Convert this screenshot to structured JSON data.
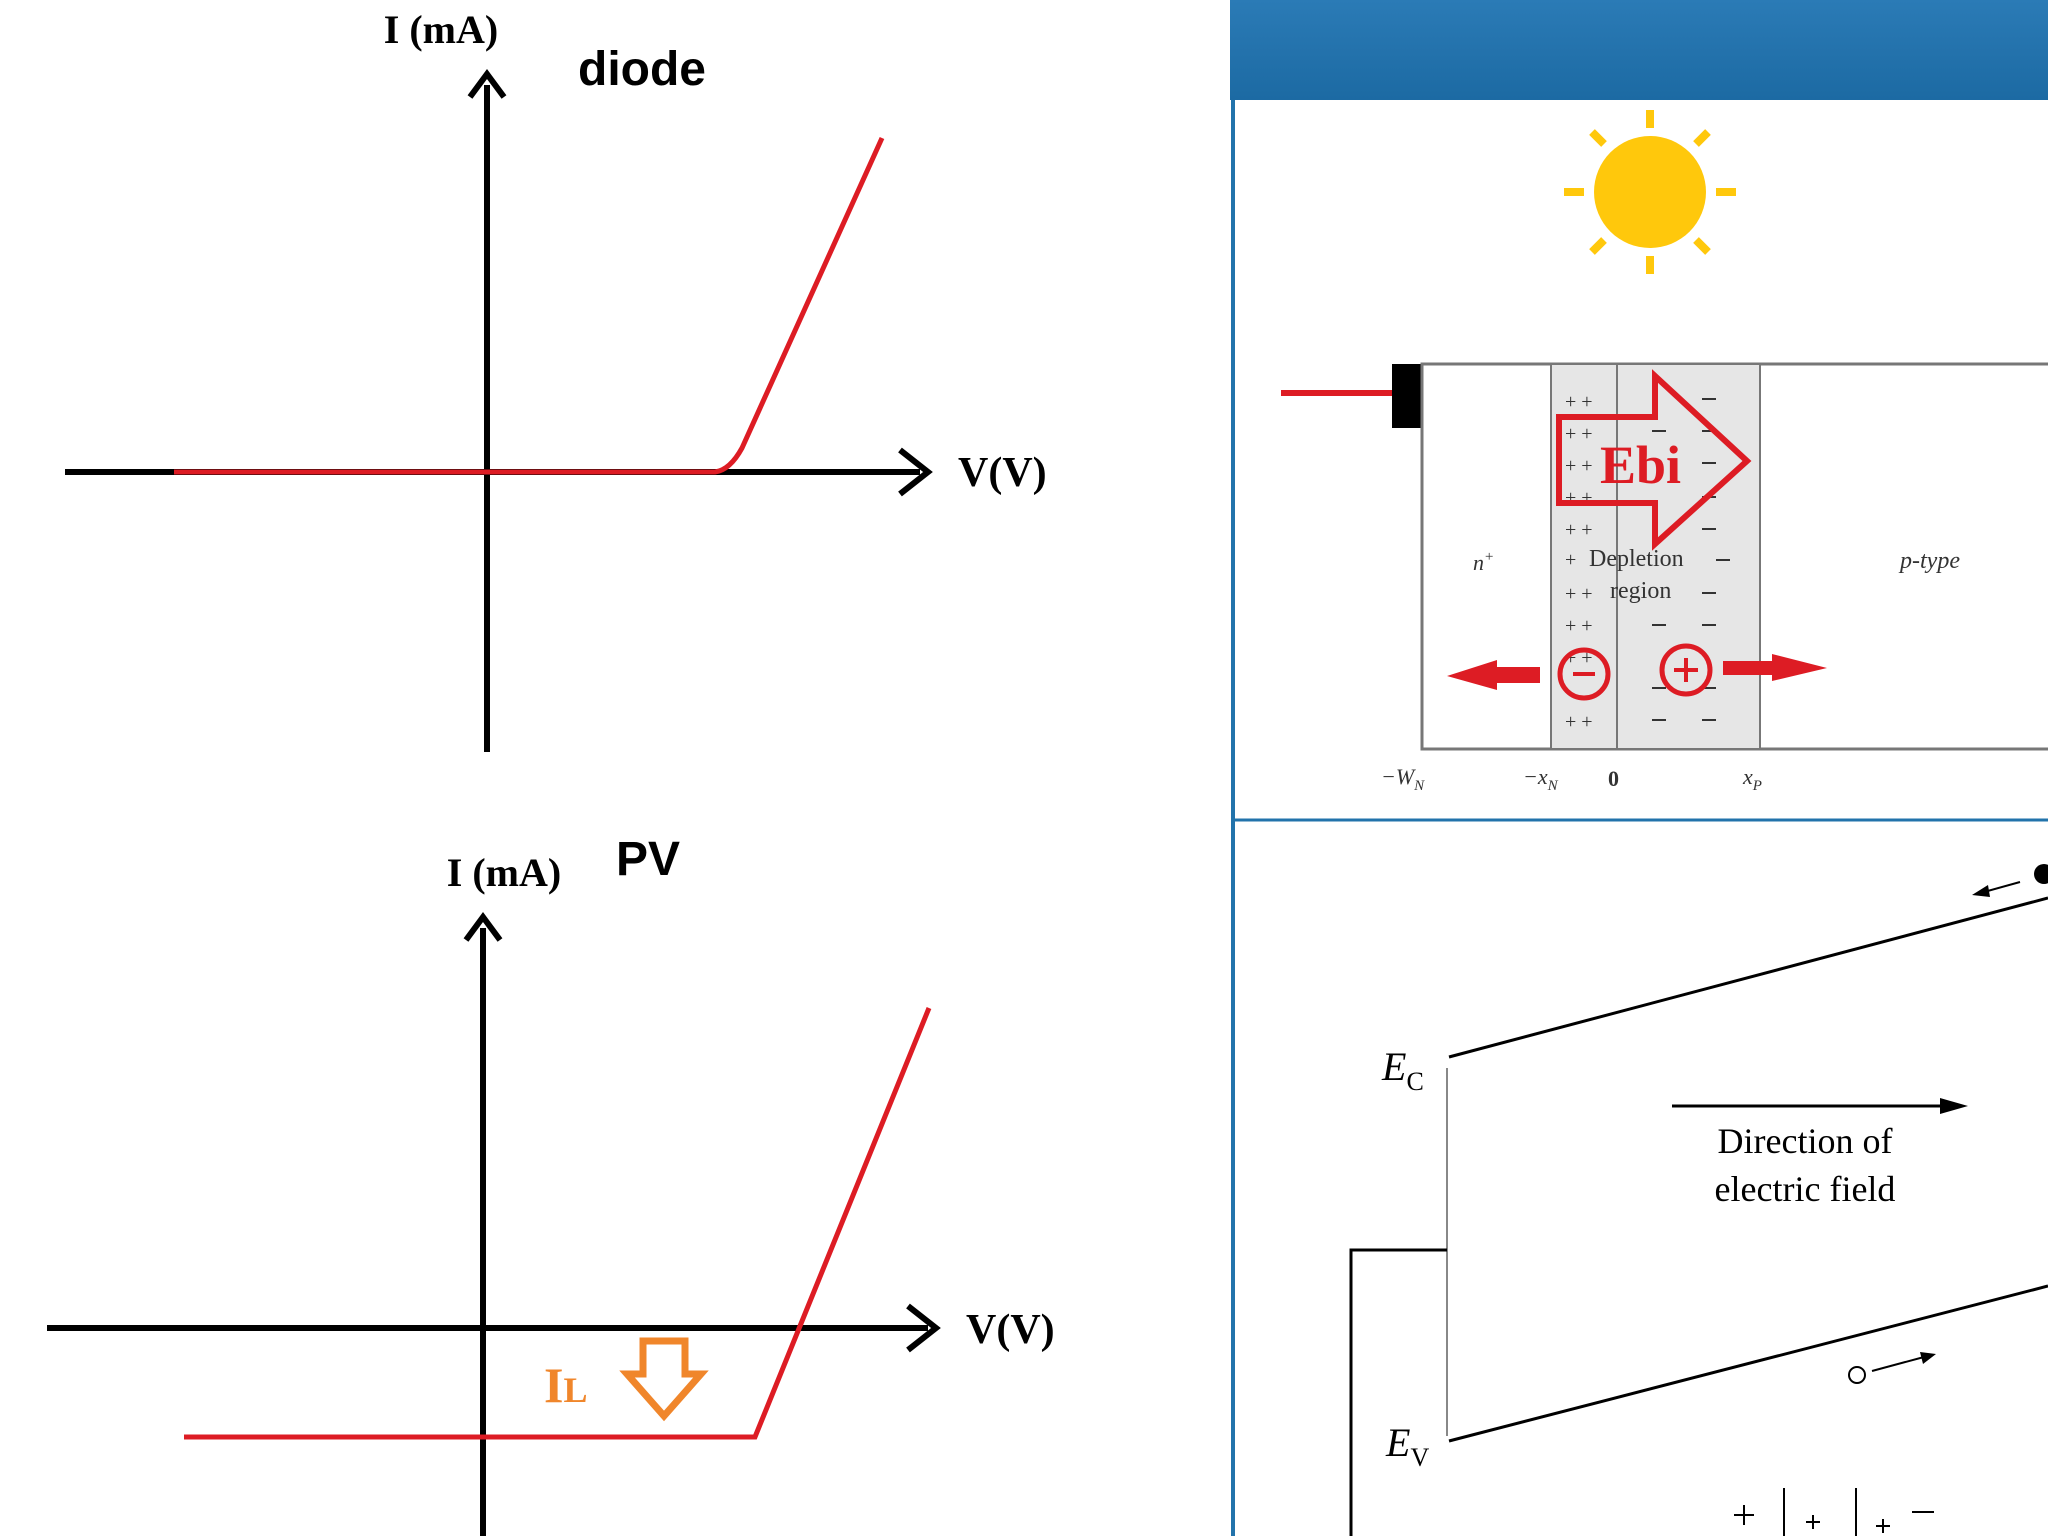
{
  "diode_plot": {
    "y_axis_label": "I (mA)",
    "x_axis_label": "V(V)",
    "title": "diode"
  },
  "pv_plot": {
    "y_axis_label": "I (mA)",
    "x_axis_label": "V(V)",
    "title": "PV",
    "photocurrent_label": "IL",
    "photocurrent_label_main": "I",
    "photocurrent_label_sub": "L"
  },
  "junction": {
    "n_label": "n",
    "n_sup": "+",
    "p_label": "p-type",
    "depletion_line1": "Depletion",
    "depletion_line2": "region",
    "field_label": "Ebi",
    "x_ticks": {
      "wn": "−W",
      "wn_sub": "N",
      "xn": "−x",
      "xn_sub": "N",
      "zero": "0",
      "xp": "x",
      "xp_sub": "P"
    }
  },
  "band": {
    "ec_label": "E",
    "ec_sub": "C",
    "ev_label": "E",
    "ev_sub": "V",
    "field_dir_line1": "Direction of",
    "field_dir_line2": "electric field"
  },
  "colors": {
    "curve_red": "#dd1c24",
    "axis_black": "#000000",
    "orange": "#f0862b",
    "header_blue": "#2273ab",
    "sun_yellow": "#ffc80c",
    "depletion_gray": "#e6e6e6"
  }
}
